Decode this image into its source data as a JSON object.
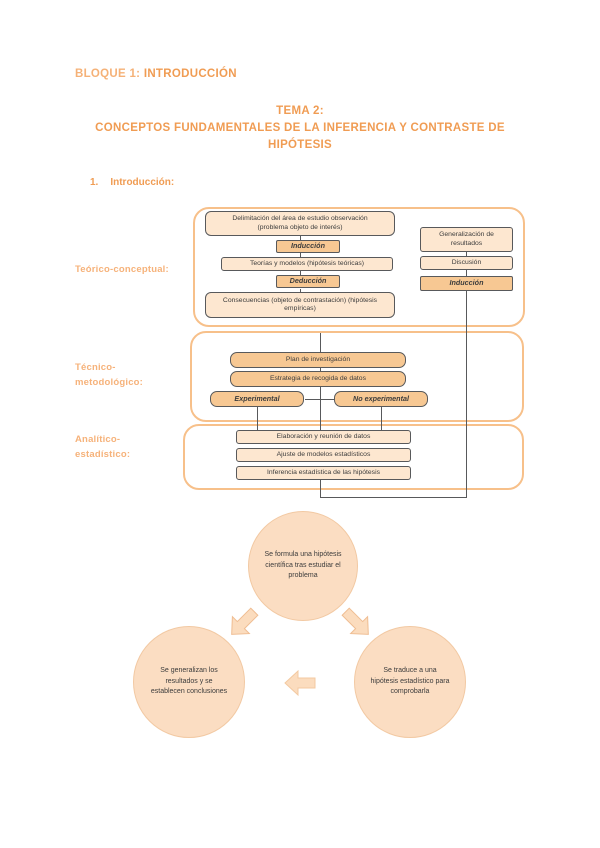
{
  "colors": {
    "accent_orange": "#F09C53",
    "accent_light_orange": "#F6B27A",
    "section_border": "#F7C08A",
    "box_light_fill": "#FDE7D0",
    "box_dark_fill": "#F7C893",
    "box_border": "#58595B",
    "circle_fill": "#FBDDC2",
    "arrow_fill": "#FBDCBE",
    "text_dark": "#3C3C3C"
  },
  "header": {
    "block_label": "BLOQUE 1:",
    "block_title": "INTRODUCCIÓN",
    "tema_line1": "TEMA 2:",
    "tema_line2": "CONCEPTOS FUNDAMENTALES DE LA INFERENCIA Y CONTRASTE DE",
    "tema_line3": "HIPÓTESIS",
    "section_number": "1.",
    "section_title": "Introducción:"
  },
  "row_labels": {
    "teorico": "Teórico-conceptual:",
    "tecnico_line1": "Técnico-",
    "tecnico_line2": "metodológico:",
    "analitico_line1": "Analítico-",
    "analitico_line2": "estadístico:"
  },
  "flowchart": {
    "delimitacion": "Delimitación del área de estudio observación (problema objeto de interés)",
    "induccion_left": "Inducción",
    "teorias": "Teorías y modelos (hipótesis teóricas)",
    "deduccion": "Deducción",
    "consecuencias": "Consecuencias (objeto de contrastación) (hipótesis empíricas)",
    "generalizacion": "Generalización de resultados",
    "discusion": "Discusión",
    "induccion_right": "Inducción",
    "plan": "Plan de investigación",
    "estrategia": "Estrategia de recogida de datos",
    "experimental": "Experimental",
    "no_experimental": "No experimental",
    "elaboracion": "Elaboración y reunión de datos",
    "ajuste": "Ajuste de modelos estadísticos",
    "inferencia": "Inferencia estadística de las hipótesis"
  },
  "cycle": {
    "top": "Se formula una hipótesis científica tras estudiar el problema",
    "left": "Se generalizan los resultados y se establecen conclusiones",
    "right": "Se traduce a una hipótesis estadístico para comprobarla"
  }
}
